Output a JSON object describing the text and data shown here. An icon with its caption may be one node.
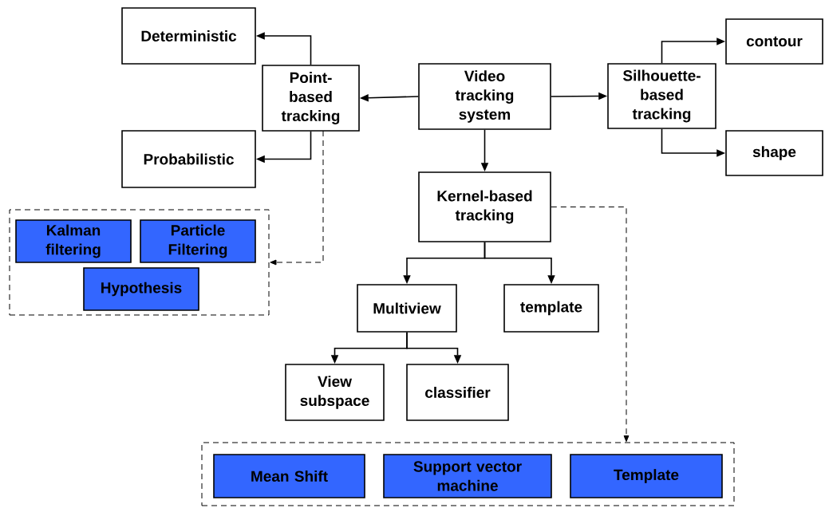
{
  "diagram": {
    "nodes": [
      {
        "text": [
          "Video tracking system"
        ]
      },
      {
        "text": [
          "Point-based tracking"
        ]
      },
      {
        "text": [
          "Deterministic"
        ]
      },
      {
        "text": [
          "Probabilistic"
        ]
      },
      {
        "text": [
          "Silhouette-based tracking"
        ]
      },
      {
        "text": [
          "contour"
        ]
      },
      {
        "text": [
          "shape"
        ]
      },
      {
        "text": [],
        "shape": "box"
      },
      {
        "text": [
          "Kalman filtering"
        ],
        "in": 7
      },
      {
        "text": [
          "Particle Filtering"
        ],
        "in": 7
      },
      {
        "text": [
          "Hypothesis"
        ],
        "in": 7
      },
      {
        "text": [
          "Kernel-based tracking"
        ]
      },
      {
        "text": [
          "Multiview"
        ]
      },
      {
        "text": [
          "template"
        ]
      },
      {
        "text": [
          "View subspace"
        ]
      },
      {
        "text": [
          "classifier"
        ]
      },
      {
        "text": [],
        "shape": "box"
      },
      {
        "text": [
          "Mean Shift"
        ],
        "in": 16
      },
      {
        "text": [
          "Support vector machine"
        ],
        "in": 16
      },
      {
        "text": [
          "Template"
        ],
        "in": 16
      }
    ],
    "edges": [
      {
        "from": 0,
        "to": 1,
        "arrow": "to"
      },
      {
        "from": 0,
        "to": 4,
        "arrow": "to"
      },
      {
        "from": 0,
        "to": 11,
        "arrow": "to"
      },
      {
        "from": 1,
        "to": 2,
        "arrow": "to"
      },
      {
        "from": 1,
        "to": 3,
        "arrow": "to"
      },
      {
        "from": 4,
        "to": 5,
        "arrow": "to"
      },
      {
        "from": 4,
        "to": 6,
        "arrow": "to"
      },
      {
        "from": 11,
        "to": 12,
        "arrow": "to"
      },
      {
        "from": 11,
        "to": 13,
        "arrow": "to"
      },
      {
        "from": 12,
        "to": 14,
        "arrow": "to"
      },
      {
        "from": 12,
        "to": 15,
        "arrow": "to"
      },
      {
        "from": 1,
        "to": 7,
        "arrow": "to",
        "style": "dashed"
      },
      {
        "from": 11,
        "to": 16,
        "arrow": "to",
        "style": "dashed"
      }
    ]
  }
}
